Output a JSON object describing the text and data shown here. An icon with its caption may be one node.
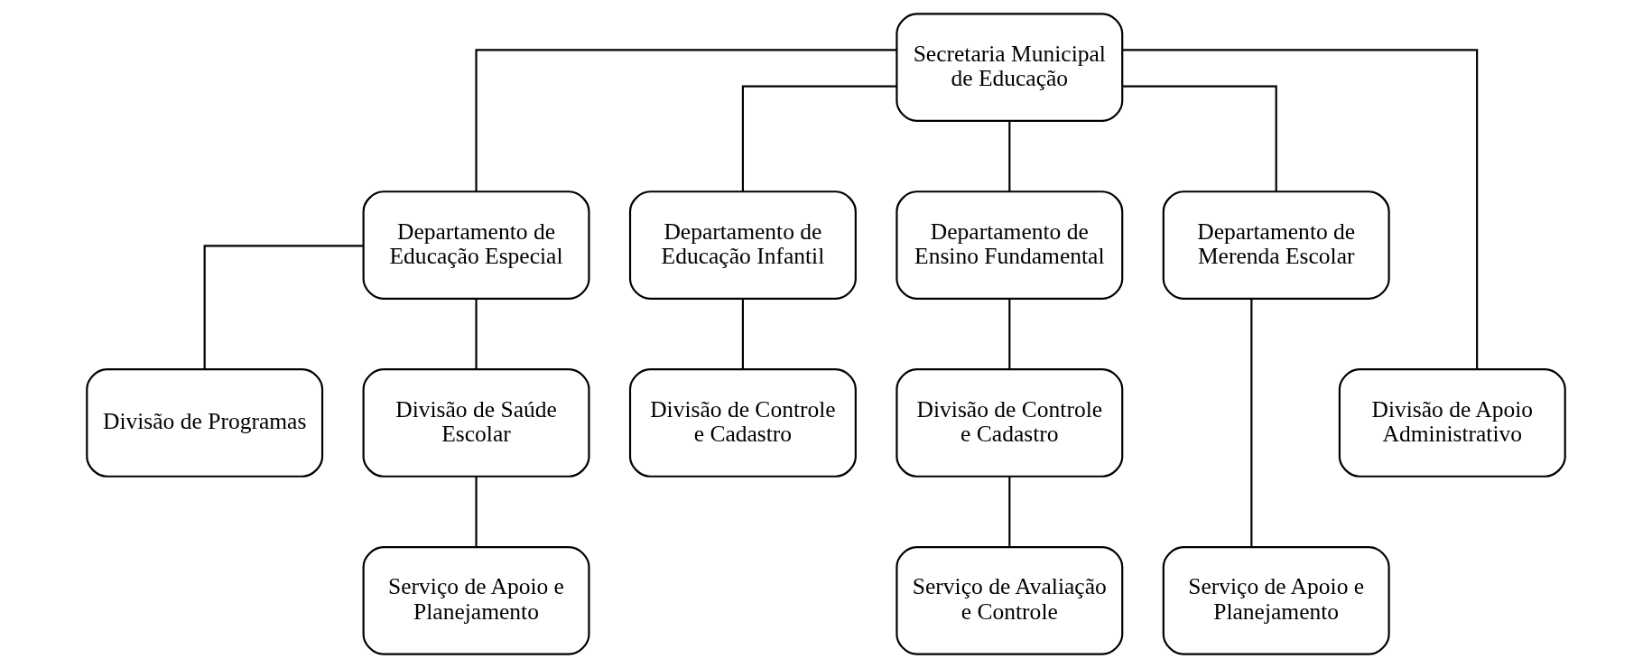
{
  "diagram": {
    "nodes": [
      {
        "text": [
          "Secretaria Municipal de Educação"
        ]
      },
      {
        "text": [
          "Departamento de Educação Especial"
        ]
      },
      {
        "text": [
          "Departamento de Educação Infantil"
        ]
      },
      {
        "text": [
          "Departamento de Ensino Fundamental"
        ]
      },
      {
        "text": [
          "Departamento de Merenda Escolar"
        ]
      },
      {
        "text": [
          "Divisão de Apoio Administrativo"
        ]
      },
      {
        "text": [
          "Divisão de Programas"
        ]
      },
      {
        "text": [
          "Divisão de Saúde Escolar"
        ]
      },
      {
        "text": [
          "Divisão de Controle e Cadastro"
        ]
      },
      {
        "text": [
          "Divisão de Controle e Cadastro"
        ]
      },
      {
        "text": [
          "Serviço de Apoio e Planejamento"
        ]
      },
      {
        "text": [
          "Serviço de Avaliação e Controle"
        ]
      },
      {
        "text": [
          "Serviço de Apoio e Planejamento"
        ]
      }
    ],
    "edges": [
      {
        "from": 0,
        "to": 5,
        "arrow": "none"
      },
      {
        "from": 0,
        "to": 1,
        "arrow": "none"
      },
      {
        "from": 0,
        "to": 2,
        "arrow": "none"
      },
      {
        "from": 0,
        "to": 3,
        "arrow": "none"
      },
      {
        "from": 0,
        "to": 4,
        "arrow": "none"
      },
      {
        "from": 1,
        "to": 6,
        "arrow": "none"
      },
      {
        "from": 1,
        "to": 7,
        "arrow": "none"
      },
      {
        "from": 7,
        "to": 10,
        "arrow": "none"
      },
      {
        "from": 2,
        "to": 8,
        "arrow": "none"
      },
      {
        "from": 3,
        "to": 9,
        "arrow": "none"
      },
      {
        "from": 9,
        "to": 11,
        "arrow": "none"
      },
      {
        "from": 4,
        "to": 12,
        "arrow": "none"
      }
    ]
  }
}
